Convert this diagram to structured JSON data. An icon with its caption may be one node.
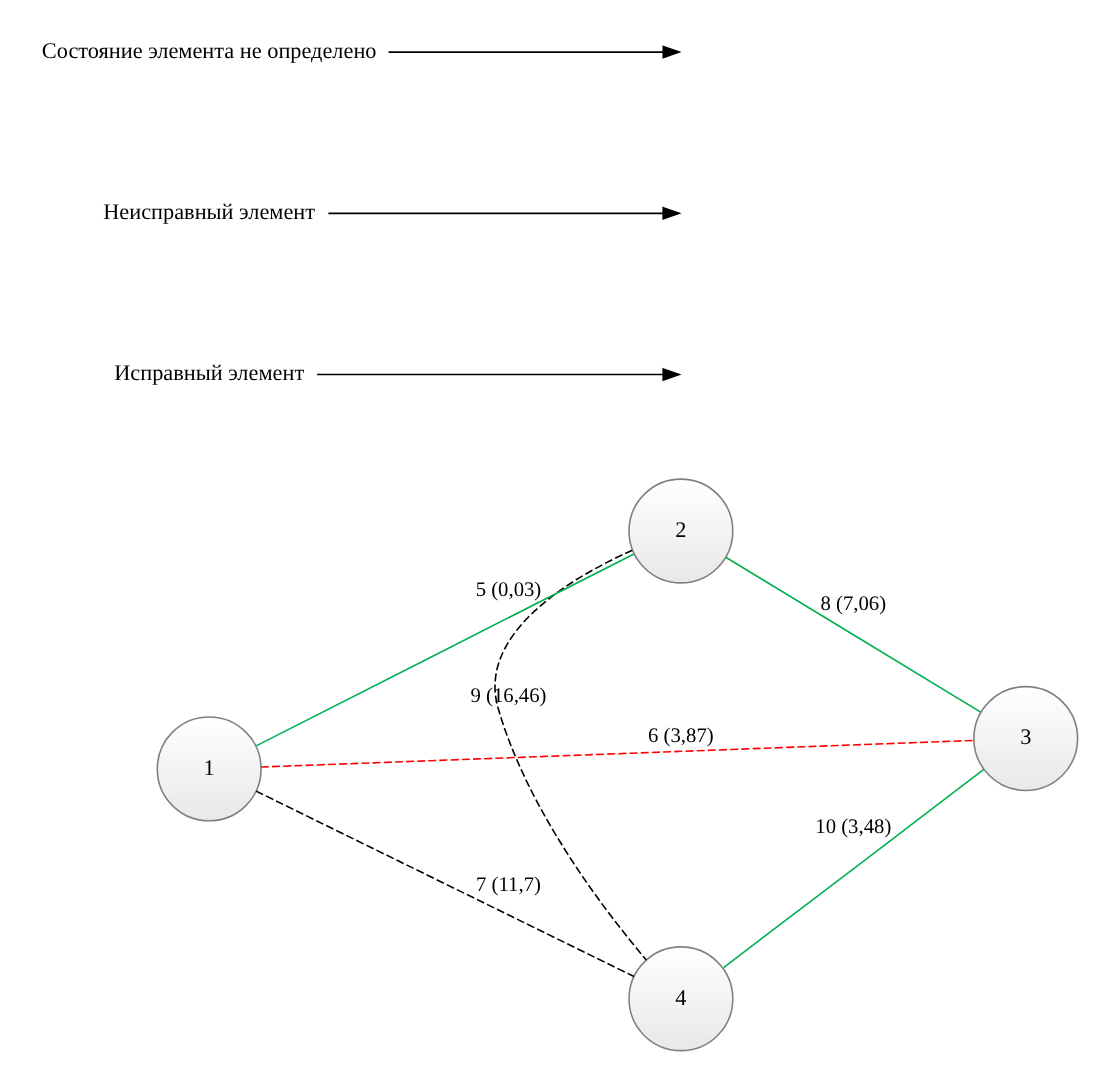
{
  "diagram": {
    "nodes": [
      {
        "text": [
          "2"
        ]
      },
      {
        "text": [
          "Исправный элемент"
        ]
      },
      {
        "text": [
          "1"
        ]
      },
      {
        "text": [
          "3"
        ]
      },
      {
        "text": [
          "Неисправный элемент"
        ]
      },
      {
        "text": [
          "Состояние элемента не определено"
        ]
      },
      {
        "text": [
          "4"
        ]
      }
    ],
    "edges": [
      {
        "from": 2,
        "to": 0,
        "arrow": "none",
        "label": "5 (0,03)",
        "color": "#00b050"
      },
      {
        "from": 2,
        "to": 3,
        "arrow": "none",
        "label": "6 (3,87)",
        "style": "dashed",
        "color": "#ff0000"
      },
      {
        "from": 2,
        "to": 6,
        "arrow": "none",
        "label": "7 (11,7)",
        "style": "dashed",
        "color": "#000000"
      },
      {
        "from": 0,
        "to": 3,
        "arrow": "none",
        "label": "8 (7,06)",
        "color": "#00b050"
      },
      {
        "from": 0,
        "to": 6,
        "arrow": "none",
        "label": "9 (16,46)",
        "style": "dashed",
        "color": "#000000"
      },
      {
        "from": 3,
        "to": 6,
        "arrow": "none",
        "label": "10 (3,48)",
        "color": "#00b050"
      },
      {
        "from": 1,
        "to": null,
        "arrow": "to",
        "color": "#000000"
      },
      {
        "from": 4,
        "to": null,
        "arrow": "to",
        "color": "#000000"
      },
      {
        "from": 5,
        "to": null,
        "arrow": "to",
        "color": "#000000"
      }
    ]
  }
}
